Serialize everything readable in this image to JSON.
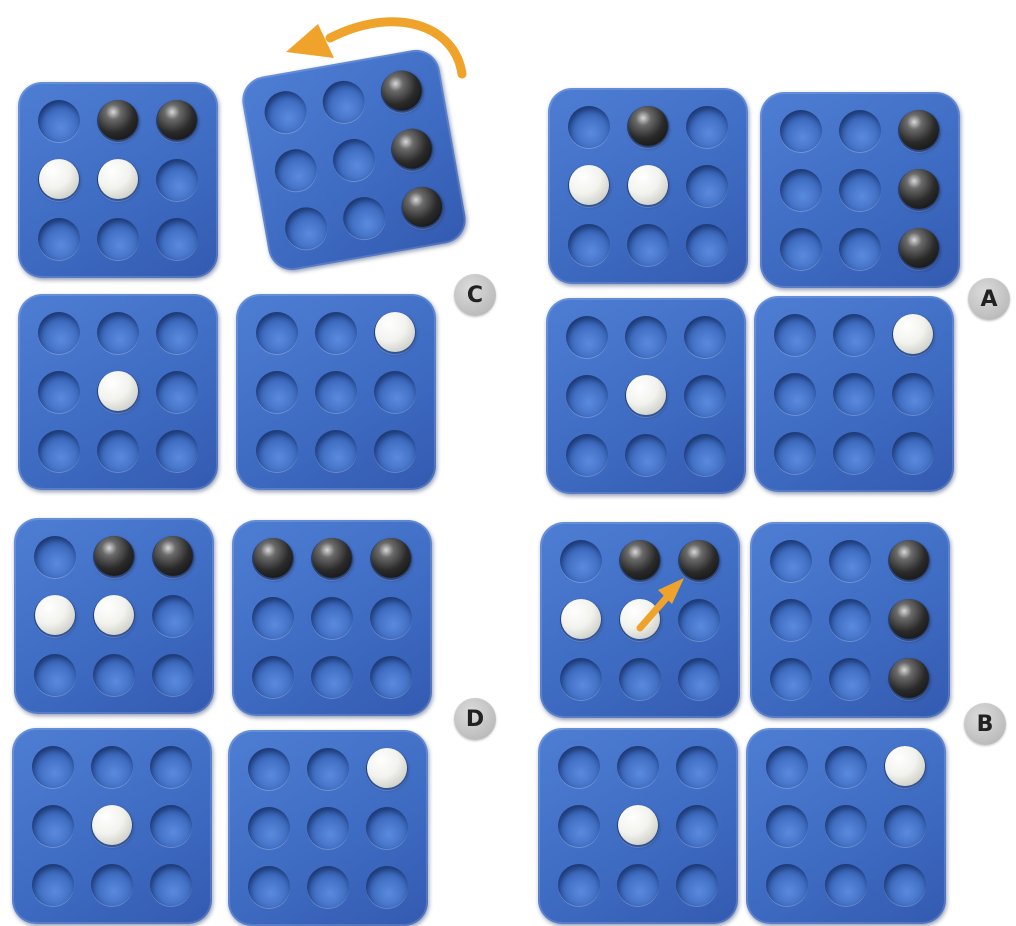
{
  "colors": {
    "board": "#3f6cc3",
    "arrow": "#f0a32a",
    "badge": "#bdbdbd"
  },
  "options": [
    {
      "label": "C",
      "boards": [
        {
          "marbles": [
            [
              "empty",
              "black",
              "black"
            ],
            [
              "white",
              "white",
              "empty"
            ],
            [
              "empty",
              "empty",
              "empty"
            ]
          ]
        },
        {
          "marbles": [
            [
              "empty",
              "empty",
              "black"
            ],
            [
              "empty",
              "empty",
              "black"
            ],
            [
              "empty",
              "empty",
              "black"
            ]
          ],
          "rotated": true,
          "annotation": "rotate-arrow-icon"
        },
        {
          "marbles": [
            [
              "empty",
              "empty",
              "empty"
            ],
            [
              "empty",
              "white",
              "empty"
            ],
            [
              "empty",
              "empty",
              "empty"
            ]
          ]
        },
        {
          "marbles": [
            [
              "empty",
              "empty",
              "white"
            ],
            [
              "empty",
              "empty",
              "empty"
            ],
            [
              "empty",
              "empty",
              "empty"
            ]
          ]
        }
      ]
    },
    {
      "label": "A",
      "boards": [
        {
          "marbles": [
            [
              "empty",
              "black",
              "empty"
            ],
            [
              "white",
              "white",
              "empty"
            ],
            [
              "empty",
              "empty",
              "empty"
            ]
          ]
        },
        {
          "marbles": [
            [
              "empty",
              "empty",
              "black"
            ],
            [
              "empty",
              "empty",
              "black"
            ],
            [
              "empty",
              "empty",
              "black"
            ]
          ]
        },
        {
          "marbles": [
            [
              "empty",
              "empty",
              "empty"
            ],
            [
              "empty",
              "white",
              "empty"
            ],
            [
              "empty",
              "empty",
              "empty"
            ]
          ]
        },
        {
          "marbles": [
            [
              "empty",
              "empty",
              "white"
            ],
            [
              "empty",
              "empty",
              "empty"
            ],
            [
              "empty",
              "empty",
              "empty"
            ]
          ]
        }
      ]
    },
    {
      "label": "D",
      "boards": [
        {
          "marbles": [
            [
              "empty",
              "black",
              "black"
            ],
            [
              "white",
              "white",
              "empty"
            ],
            [
              "empty",
              "empty",
              "empty"
            ]
          ]
        },
        {
          "marbles": [
            [
              "black",
              "black",
              "black"
            ],
            [
              "empty",
              "empty",
              "empty"
            ],
            [
              "empty",
              "empty",
              "empty"
            ]
          ]
        },
        {
          "marbles": [
            [
              "empty",
              "empty",
              "empty"
            ],
            [
              "empty",
              "white",
              "empty"
            ],
            [
              "empty",
              "empty",
              "empty"
            ]
          ]
        },
        {
          "marbles": [
            [
              "empty",
              "empty",
              "white"
            ],
            [
              "empty",
              "empty",
              "empty"
            ],
            [
              "empty",
              "empty",
              "empty"
            ]
          ]
        }
      ]
    },
    {
      "label": "B",
      "boards": [
        {
          "marbles": [
            [
              "empty",
              "black",
              "black"
            ],
            [
              "white",
              "white",
              "empty"
            ],
            [
              "empty",
              "empty",
              "empty"
            ]
          ],
          "annotation": "move-arrow-icon"
        },
        {
          "marbles": [
            [
              "empty",
              "empty",
              "black"
            ],
            [
              "empty",
              "empty",
              "black"
            ],
            [
              "empty",
              "empty",
              "black"
            ]
          ]
        },
        {
          "marbles": [
            [
              "empty",
              "empty",
              "empty"
            ],
            [
              "empty",
              "white",
              "empty"
            ],
            [
              "empty",
              "empty",
              "empty"
            ]
          ]
        },
        {
          "marbles": [
            [
              "empty",
              "empty",
              "white"
            ],
            [
              "empty",
              "empty",
              "empty"
            ],
            [
              "empty",
              "empty",
              "empty"
            ]
          ]
        }
      ]
    }
  ]
}
